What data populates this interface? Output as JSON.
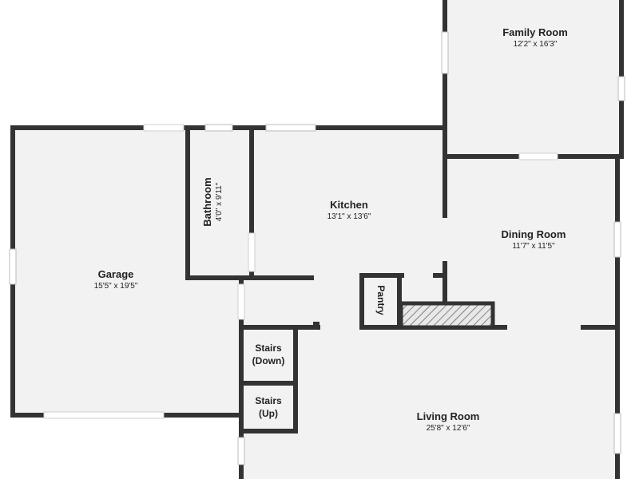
{
  "rooms": {
    "family_room": {
      "name": "Family Room",
      "dimensions": "12'2\" x 16'3\""
    },
    "bathroom": {
      "name": "Bathroom",
      "dimensions": "4'0\" x 9'11\""
    },
    "kitchen": {
      "name": "Kitchen",
      "dimensions": "13'1\" x 13'6\""
    },
    "dining_room": {
      "name": "Dining Room",
      "dimensions": "11'7\" x 11'5\""
    },
    "garage": {
      "name": "Garage",
      "dimensions": "15'5\" x 19'5\""
    },
    "living_room": {
      "name": "Living Room",
      "dimensions": "25'8\" x 12'6\""
    },
    "pantry": {
      "name": "Pantry"
    },
    "stairs_down": {
      "line1": "Stairs",
      "line2": "(Down)"
    },
    "stairs_up": {
      "line1": "Stairs",
      "line2": "(Up)"
    }
  },
  "colors": {
    "wall": "#333333",
    "floor": "#f2f2f2",
    "window": "#d8d8d8"
  }
}
